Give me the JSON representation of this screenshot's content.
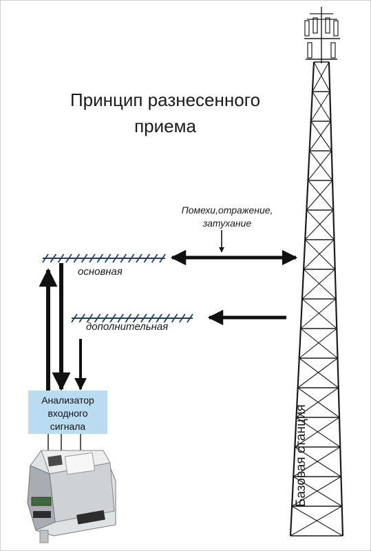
{
  "title_lines": [
    "Принцип разнесенного",
    "приема"
  ],
  "interference_lines": [
    "Помехи,отражение,",
    "затухание"
  ],
  "antennas": {
    "primary": "основная",
    "secondary": "дополнительная"
  },
  "analyzer_lines": [
    "Анализатор",
    "входного",
    "сигнала"
  ],
  "base_station": "Базовая станция",
  "colors": {
    "antenna": "#1f3f66",
    "arrow": "#111111",
    "analyzer_fill": "#b9dcf0"
  }
}
